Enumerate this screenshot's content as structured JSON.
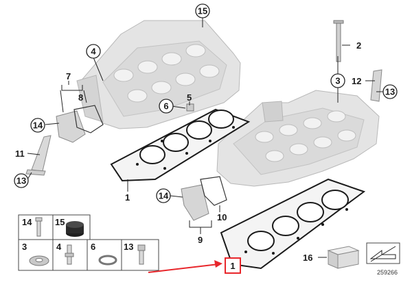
{
  "diagram": {
    "part_callouts": {
      "c15_top": "15",
      "c4": "4",
      "c3": "3",
      "c13_right": "13",
      "c6": "6",
      "c14_left": "14",
      "c13_left": "13",
      "c14_mid": "14"
    },
    "part_labels": {
      "l2": "2",
      "l12": "12",
      "l7": "7",
      "l8": "8",
      "l5": "5",
      "l11": "11",
      "l1_left": "1",
      "l10": "10",
      "l9": "9",
      "l16": "16",
      "l1_highlight": "1"
    },
    "legend": {
      "row1": [
        "14",
        "15"
      ],
      "row2": [
        "3",
        "4",
        "6",
        "13"
      ]
    },
    "image_number": "259266",
    "colors": {
      "highlight_arrow": "#e8262b",
      "highlight_box": "#e8262b",
      "line": "#222222",
      "part_fill": "#e6e6e6",
      "part_shade": "#cfcfcf"
    }
  }
}
